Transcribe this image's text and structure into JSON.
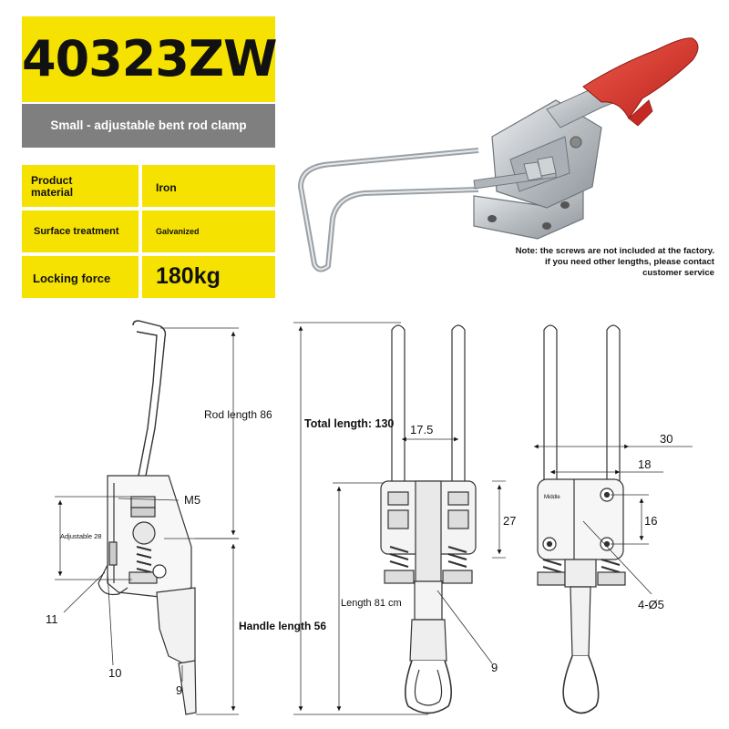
{
  "header": {
    "model": "40323ZW",
    "subtitle": "Small - adjustable bent rod clamp"
  },
  "specs": [
    {
      "label": "Product material",
      "value": "Iron"
    },
    {
      "label": "Surface treatment",
      "value": "Galvanized"
    },
    {
      "label": "Locking force",
      "value": "180kg"
    }
  ],
  "note": "Note: the screws are not included at the factory. if you need other lengths, please contact customer service",
  "side_view": {
    "rod_length": "Rod length 86",
    "m5": "M5",
    "adjustable": "Adjustable 28",
    "handle_length": "Handle length 56",
    "callout_11": "11",
    "callout_10": "10",
    "callout_9": "9"
  },
  "front_view": {
    "total_length": "Total length: 130",
    "width": "17.5",
    "height_27": "27",
    "length_81": "Length 81 cm",
    "callout_9": "9"
  },
  "back_view": {
    "dim_30": "30",
    "dim_18": "18",
    "dim_16": "16",
    "holes": "4-Ø5",
    "middle": "Middle"
  },
  "colors": {
    "yellow": "#f6e200",
    "gray": "#7f7f7f",
    "handle_red": "#d8322a",
    "steel": "#c4c8cc"
  }
}
